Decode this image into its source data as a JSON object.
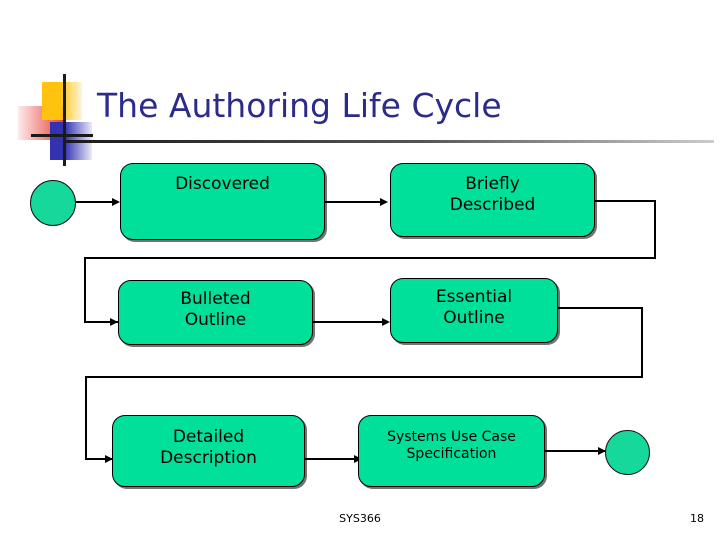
{
  "slide": {
    "title": "The Authoring Life Cycle",
    "footer_center": "SYS366",
    "page_number": "18",
    "colors": {
      "title_text": "#2b2b8c",
      "state_fill": "#00e09b",
      "state_border": "#000000",
      "connector": "#000000",
      "deco_yellow": "#ffc20e",
      "deco_red": "#e8443c",
      "deco_blue": "#3333b2"
    }
  },
  "diagram": {
    "type": "state-machine-flow",
    "start_node": "initial-state",
    "end_node": "final-state",
    "states": [
      {
        "id": "discovered",
        "label": "Discovered",
        "row": 1,
        "col": 1
      },
      {
        "id": "briefly-described",
        "label": "Briefly\nDescribed",
        "line1": "Briefly",
        "line2": "Described",
        "row": 1,
        "col": 2
      },
      {
        "id": "bulleted-outline",
        "label": "Bulleted\nOutline",
        "line1": "Bulleted",
        "line2": "Outline",
        "row": 2,
        "col": 1
      },
      {
        "id": "essential-outline",
        "label": "Essential\nOutline",
        "line1": "Essential",
        "line2": "Outline",
        "row": 2,
        "col": 2
      },
      {
        "id": "detailed-description",
        "label": "Detailed\nDescription",
        "line1": "Detailed",
        "line2": "Description",
        "row": 3,
        "col": 1
      },
      {
        "id": "systems-use-case-specification",
        "label": "Systems Use Case\nSpecification",
        "line1": "Systems Use Case",
        "line2": "Specification",
        "row": 3,
        "col": 2
      }
    ],
    "transitions": [
      {
        "from": "initial-state",
        "to": "discovered"
      },
      {
        "from": "discovered",
        "to": "briefly-described"
      },
      {
        "from": "briefly-described",
        "to": "bulleted-outline"
      },
      {
        "from": "bulleted-outline",
        "to": "essential-outline"
      },
      {
        "from": "essential-outline",
        "to": "detailed-description"
      },
      {
        "from": "detailed-description",
        "to": "systems-use-case-specification"
      },
      {
        "from": "systems-use-case-specification",
        "to": "final-state"
      }
    ]
  }
}
